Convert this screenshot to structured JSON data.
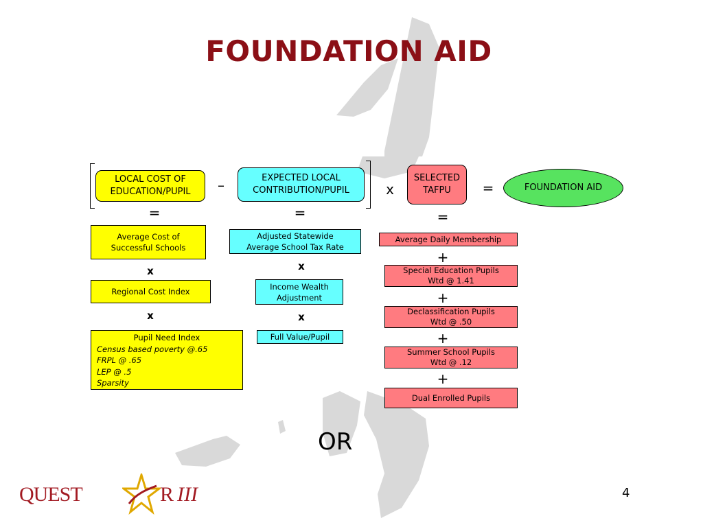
{
  "title": "FOUNDATION AID",
  "top_row": {
    "local_cost": "LOCAL COST OF\nEDUCATION/PUPIL",
    "minus": "–",
    "expected_local": "EXPECTED LOCAL\nCONTRIBUTION/PUPIL",
    "times": "x",
    "selected_tafpu": "SELECTED\nTAFPU",
    "equals": "=",
    "foundation_aid": "FOUNDATION AID"
  },
  "equals_sign": "=",
  "times_sign": "x",
  "plus_sign": "+",
  "left_column": {
    "avg_cost": "Average Cost of\nSuccessful Schools",
    "regional": "Regional Cost Index",
    "pupil_need": {
      "header": "Pupil Need Index",
      "items": [
        "Census based poverty @.65",
        "FRPL @ .65",
        "LEP @ .5",
        "Sparsity"
      ]
    }
  },
  "middle_column": {
    "adjusted": "Adjusted Statewide\nAverage School Tax Rate",
    "income": "Income Wealth\nAdjustment",
    "full_value": "Full Value/Pupil"
  },
  "right_column": {
    "adm": "Average Daily Membership",
    "special_ed": "Special Education Pupils\nWtd @ 1.41",
    "declass": "Declassification Pupils\nWtd @ .50",
    "summer": "Summer School Pupils\nWtd @ .12",
    "dual": "Dual Enrolled Pupils"
  },
  "or_text": "OR",
  "page_number": "4",
  "logo": {
    "text_left": "QUEST",
    "text_right": "R",
    "numeral": "III"
  },
  "colors": {
    "title": "#8b0f16",
    "yellow": "#ffff00",
    "cyan": "#66ffff",
    "red": "#ff7b80",
    "green": "#57e35f",
    "watermark": "#d9d9d9"
  }
}
